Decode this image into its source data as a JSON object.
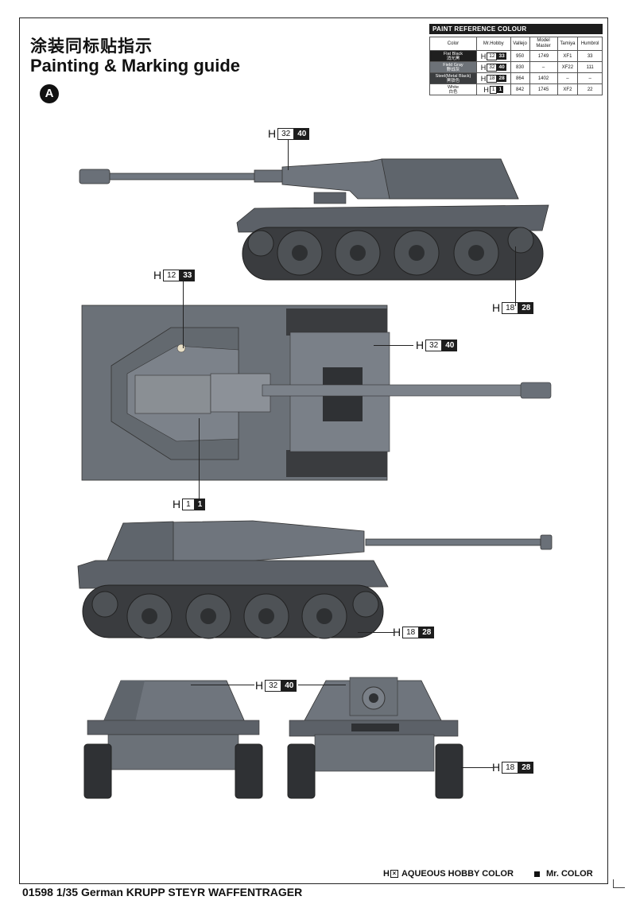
{
  "header": {
    "title_cn": "涂装同标贴指示",
    "title_en": "Painting & Marking guide",
    "scheme_badge": "A"
  },
  "paint_table": {
    "heading": "PAINT  REFERENCE COLOUR",
    "columns": [
      "Color",
      "Mr.Hobby",
      "Vallejo",
      "Model Master",
      "Tamiya",
      "Humbrol"
    ],
    "rows": [
      {
        "name": "Flat Black",
        "name_cn": "消光黑",
        "swatch": "#1f1f1f",
        "h_num": "12",
        "mr": "33",
        "vallejo": "950",
        "model_master": "1749",
        "tamiya": "XF1",
        "humbrol": "33"
      },
      {
        "name": "Field Gray",
        "name_cn": "野战灰",
        "swatch": "#6d7278",
        "h_num": "32",
        "mr": "40",
        "vallejo": "830",
        "model_master": "–",
        "tamiya": "XF22",
        "humbrol": "111"
      },
      {
        "name": "Steel(Metal Black)",
        "name_cn": "黑铁色",
        "swatch": "#3b3d3f",
        "h_num": "18",
        "mr": "28",
        "vallejo": "864",
        "model_master": "1402",
        "tamiya": "–",
        "humbrol": "–"
      },
      {
        "name": "White",
        "name_cn": "白色",
        "swatch": "#ffffff",
        "h_num": "1",
        "mr": "1",
        "vallejo": "842",
        "model_master": "1745",
        "tamiya": "XF2",
        "humbrol": "22"
      }
    ]
  },
  "callouts": [
    {
      "id": "c1",
      "prefix": "H",
      "num": "32",
      "mr": "40"
    },
    {
      "id": "c2",
      "prefix": "H",
      "num": "18",
      "mr": "28"
    },
    {
      "id": "c3",
      "prefix": "H",
      "num": "12",
      "mr": "33"
    },
    {
      "id": "c4",
      "prefix": "H",
      "num": "32",
      "mr": "40"
    },
    {
      "id": "c5",
      "prefix": "H",
      "num": "1",
      "mr": "1"
    },
    {
      "id": "c6",
      "prefix": "H",
      "num": "18",
      "mr": "28"
    },
    {
      "id": "c7",
      "prefix": "H",
      "num": "32",
      "mr": "40"
    },
    {
      "id": "c8",
      "prefix": "H",
      "num": "18",
      "mr": "28"
    }
  ],
  "legend": {
    "aqueous": "AQUEOUS HOBBY COLOR",
    "aqueous_mark": "H",
    "mr": "Mr. COLOR"
  },
  "footer": {
    "text": "01598 1/35  German KRUPP STEYR WAFFENTRAGER"
  },
  "colors": {
    "field_gray": "#6d7278",
    "hull_dark": "#4d5257",
    "track": "#2c2e30"
  }
}
